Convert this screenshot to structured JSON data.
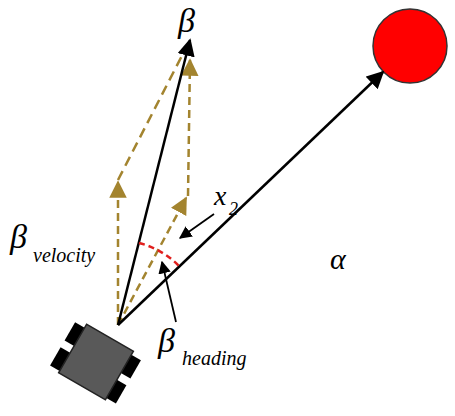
{
  "diagram": {
    "labels": [
      "β",
      "α",
      "β",
      "velocity",
      "x",
      "2",
      "β",
      "heading"
    ]
  }
}
